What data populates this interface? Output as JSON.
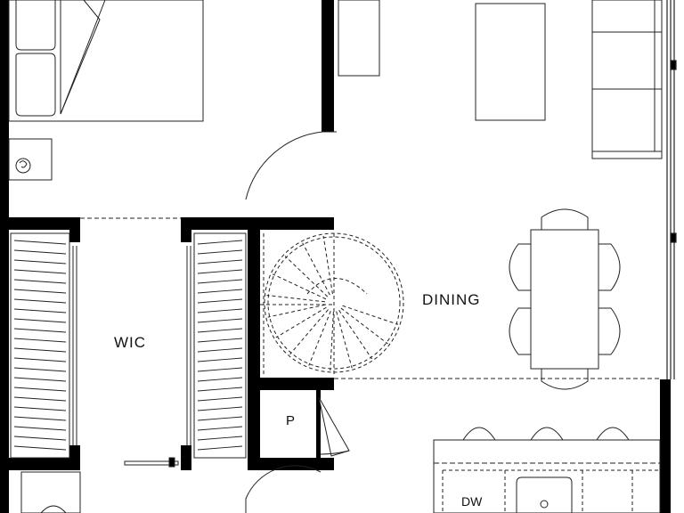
{
  "plan": {
    "labels": {
      "dining": "DINING",
      "wic": "WIC",
      "pantry": "P",
      "dishwasher": "DW"
    },
    "colors": {
      "wall": "#000000",
      "line": "#222222",
      "background": "#ffffff"
    }
  }
}
